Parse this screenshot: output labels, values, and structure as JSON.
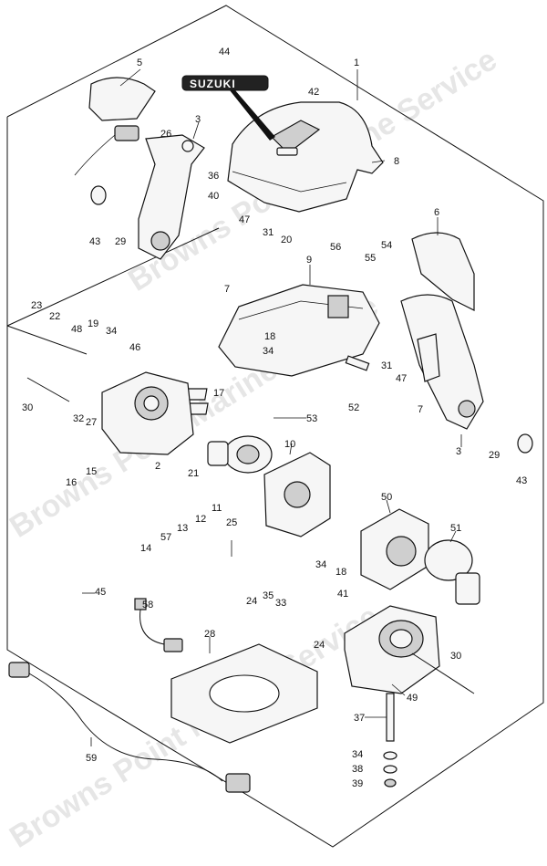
{
  "watermark": "Browns Point Marine Service",
  "logo_text": "SUZUKI",
  "callouts": [
    {
      "id": "c1",
      "text": "1"
    },
    {
      "id": "c2",
      "text": "2"
    },
    {
      "id": "c3a",
      "text": "3"
    },
    {
      "id": "c3b",
      "text": "3"
    },
    {
      "id": "c5",
      "text": "5"
    },
    {
      "id": "c6",
      "text": "6"
    },
    {
      "id": "c7a",
      "text": "7"
    },
    {
      "id": "c7b",
      "text": "7"
    },
    {
      "id": "c8",
      "text": "8"
    },
    {
      "id": "c9",
      "text": "9"
    },
    {
      "id": "c10",
      "text": "10"
    },
    {
      "id": "c11",
      "text": "11"
    },
    {
      "id": "c12",
      "text": "12"
    },
    {
      "id": "c13",
      "text": "13"
    },
    {
      "id": "c14",
      "text": "14"
    },
    {
      "id": "c15",
      "text": "15"
    },
    {
      "id": "c16",
      "text": "16"
    },
    {
      "id": "c17",
      "text": "17"
    },
    {
      "id": "c18a",
      "text": "18"
    },
    {
      "id": "c18b",
      "text": "18"
    },
    {
      "id": "c19",
      "text": "19"
    },
    {
      "id": "c20",
      "text": "20"
    },
    {
      "id": "c21",
      "text": "21"
    },
    {
      "id": "c22",
      "text": "22"
    },
    {
      "id": "c23",
      "text": "23"
    },
    {
      "id": "c24a",
      "text": "24"
    },
    {
      "id": "c24b",
      "text": "24"
    },
    {
      "id": "c25",
      "text": "25"
    },
    {
      "id": "c26",
      "text": "26"
    },
    {
      "id": "c27",
      "text": "27"
    },
    {
      "id": "c28",
      "text": "28"
    },
    {
      "id": "c29a",
      "text": "29"
    },
    {
      "id": "c29b",
      "text": "29"
    },
    {
      "id": "c30a",
      "text": "30"
    },
    {
      "id": "c30b",
      "text": "30"
    },
    {
      "id": "c31a",
      "text": "31"
    },
    {
      "id": "c31b",
      "text": "31"
    },
    {
      "id": "c32",
      "text": "32"
    },
    {
      "id": "c33",
      "text": "33"
    },
    {
      "id": "c34a",
      "text": "34"
    },
    {
      "id": "c34b",
      "text": "34"
    },
    {
      "id": "c34c",
      "text": "34"
    },
    {
      "id": "c34d",
      "text": "34"
    },
    {
      "id": "c35",
      "text": "35"
    },
    {
      "id": "c36",
      "text": "36"
    },
    {
      "id": "c37",
      "text": "37"
    },
    {
      "id": "c38",
      "text": "38"
    },
    {
      "id": "c39",
      "text": "39"
    },
    {
      "id": "c40",
      "text": "40"
    },
    {
      "id": "c41",
      "text": "41"
    },
    {
      "id": "c42",
      "text": "42"
    },
    {
      "id": "c43a",
      "text": "43"
    },
    {
      "id": "c43b",
      "text": "43"
    },
    {
      "id": "c44",
      "text": "44"
    },
    {
      "id": "c45",
      "text": "45"
    },
    {
      "id": "c46",
      "text": "46"
    },
    {
      "id": "c47a",
      "text": "47"
    },
    {
      "id": "c47b",
      "text": "47"
    },
    {
      "id": "c48",
      "text": "48"
    },
    {
      "id": "c49",
      "text": "49"
    },
    {
      "id": "c50",
      "text": "50"
    },
    {
      "id": "c51",
      "text": "51"
    },
    {
      "id": "c52",
      "text": "52"
    },
    {
      "id": "c53",
      "text": "53"
    },
    {
      "id": "c54",
      "text": "54"
    },
    {
      "id": "c55",
      "text": "55"
    },
    {
      "id": "c56",
      "text": "56"
    },
    {
      "id": "c57",
      "text": "57"
    },
    {
      "id": "c58",
      "text": "58"
    },
    {
      "id": "c59",
      "text": "59"
    }
  ]
}
